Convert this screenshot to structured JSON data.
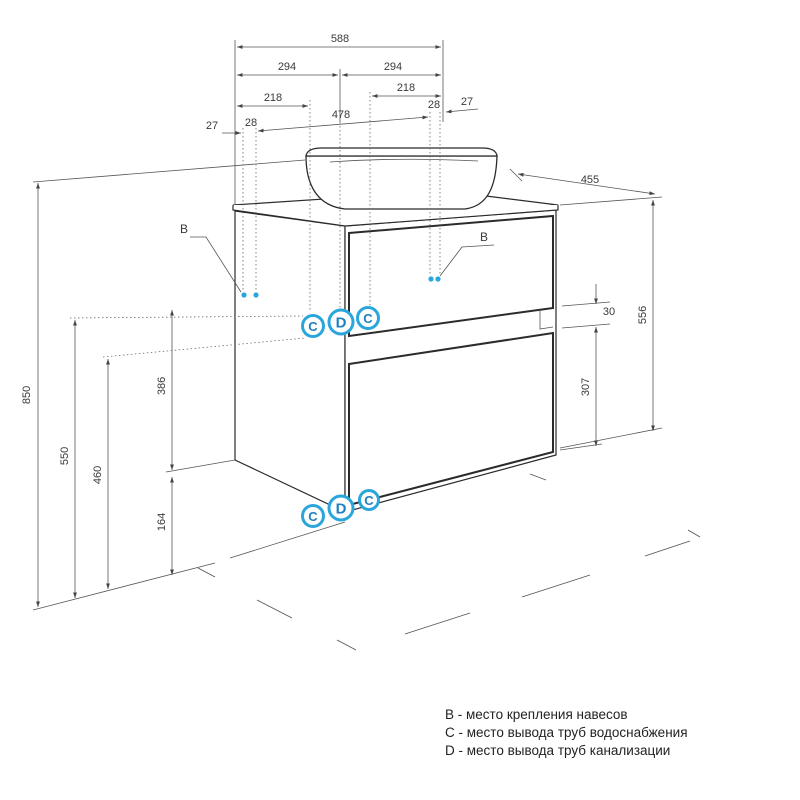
{
  "dimensions": {
    "total_width": "588",
    "half_left": "294",
    "half_right": "294",
    "offset_left": "218",
    "offset_right": "218",
    "edge_left": "27",
    "mount_left": "28",
    "inner_width": "478",
    "mount_right": "28",
    "edge_right": "27",
    "depth": "455",
    "side_height": "556",
    "gap": "30",
    "lower_drawer_height": "307",
    "total_height": "850",
    "water_pipe_height": "550",
    "drain_height": "460",
    "upper_height": "386",
    "leg_height": "164"
  },
  "markers": {
    "mount": "B",
    "water": "C",
    "drain": "D"
  },
  "legend": [
    "B - место крепления навесов",
    "C - место вывода труб водоснабжения",
    "D - место вывода труб канализации"
  ],
  "colors": {
    "line": "#2b2b2b",
    "marker_ring": "#2aa6dc",
    "marker_letter": "#1f7fc0"
  }
}
